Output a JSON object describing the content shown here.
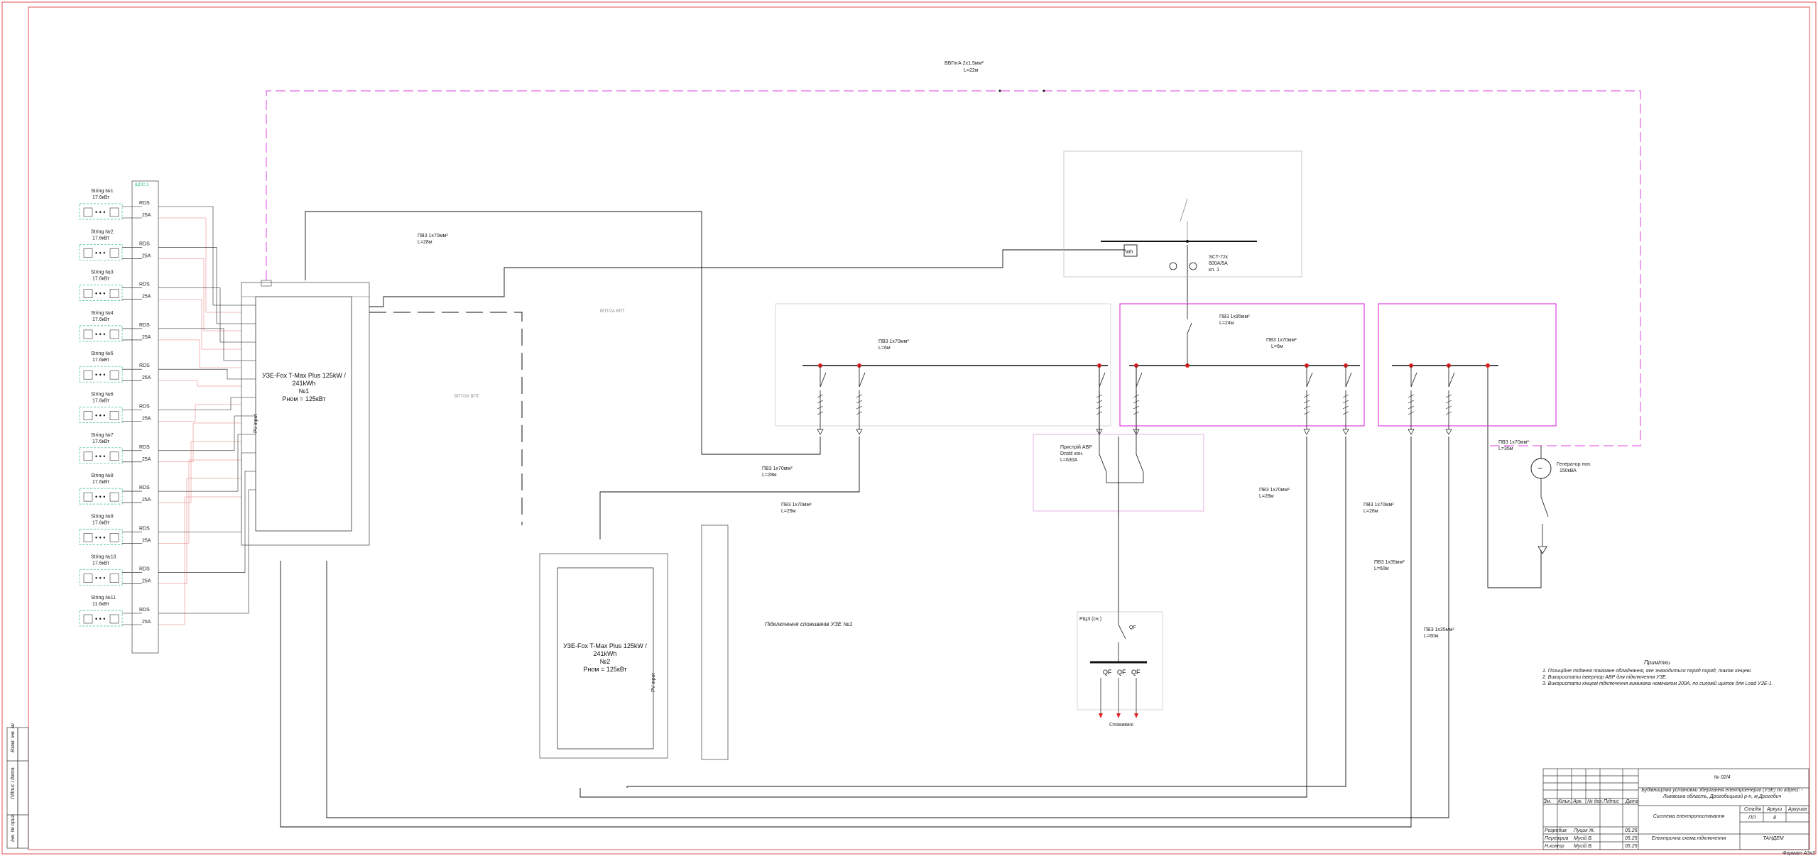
{
  "strings": [
    {
      "name": "String №1",
      "kw": "17.6кВт"
    },
    {
      "name": "String №2",
      "kw": "17.6кВт"
    },
    {
      "name": "String №3",
      "kw": "17.6кВт"
    },
    {
      "name": "String №4",
      "kw": "17.6кВт"
    },
    {
      "name": "String №5",
      "kw": "17.6кВт"
    },
    {
      "name": "String №6",
      "kw": "17.6кВт"
    },
    {
      "name": "String №7",
      "kw": "17.6кВт"
    },
    {
      "name": "String №8",
      "kw": "17.6кВт"
    },
    {
      "name": "String №9",
      "kw": "17.6кВт"
    },
    {
      "name": "String №10",
      "kw": "17.6кВт"
    },
    {
      "name": "String №11",
      "kw": "11.6кВт"
    }
  ],
  "fuse_label": "25А",
  "rds_label": "RDS",
  "combiner_top": "ЩПС-1",
  "feed_cable_top": "ВВГнгА 2х1,5мм²",
  "feed_cable_len": "L=22м",
  "cable_1": {
    "type": "ПВ3 1х70мм²",
    "len": "L=28м"
  },
  "inverter1": {
    "name": "УЗЕ-Fox T-Max Plus 125kW /",
    "cap": "241kWh",
    "no": "№1",
    "p": "Рном = 125кВт",
    "side": "PV input"
  },
  "inverter2": {
    "name": "УЗЕ-Fox T-Max Plus 125kW /",
    "cap": "241kWh",
    "no": "№2",
    "p": "Рном = 125кВт",
    "side": "PV input"
  },
  "meter": {
    "sym": "Wh",
    "spec1": "SCT-72к",
    "spec2": "600А/5А",
    "spec3": "кл. 1"
  },
  "bus1_cable": {
    "type": "ПВ3 1х70мм²",
    "len": "L=6м"
  },
  "bus2_cable": {
    "type": "ПВ3 1х95мм²",
    "len": "L=24м"
  },
  "bus2_cable_b": {
    "type": "ПВ3 1х70мм²",
    "len": "L=6м"
  },
  "ats": {
    "l1": "Пристрій АВР",
    "l2": "Dnstil кон.",
    "l3": "L=630А"
  },
  "cable_a": {
    "type": "ПВ3 1х70мм²",
    "len": "L=28м"
  },
  "cable_b": {
    "type": "ПВ3 1х70мм²",
    "len": "L=29м"
  },
  "cable_c": {
    "type": "ПВ3 1х70мм²",
    "len": "L=28м"
  },
  "cable_d": {
    "type": "ПВ3 1х70мм²",
    "len": "L=28м"
  },
  "cable_e": {
    "type": "ПВ3 1х35мм²",
    "len": "L=60м"
  },
  "cable_f": {
    "type": "ПВ3 1х35мм²",
    "len": "L=60м"
  },
  "cable_g": {
    "type": "ПВ3 1х70мм²",
    "len": "L=35м"
  },
  "generator": {
    "sym": "~",
    "l1": "Генератор пон.",
    "l2": "150кВА"
  },
  "panel": {
    "title": "РЩ3 (сн.)",
    "qf": "QF",
    "qf_sym": "QF",
    "consumers": "Споживачі"
  },
  "load_caption": "Підключення споживачів УЗЕ №1",
  "notes": {
    "title": "Примітки",
    "items": [
      "1.   Позиційне подання показане обладнання, яке знаходиться поряд поряд, також кінцеві.",
      "2.   Використати інвертор АВР для підключення УЗЕ.",
      "3.   Використати кінцеві підключення вимикача номіналом 200А, по силовій щиток для Load УЗЕ-1."
    ]
  },
  "stamp": {
    "doc_no": "№ 02/4",
    "project_l1": "Будівництво установки зберігання електроенергії (УЗЕ) по адресі: -",
    "project_l2": "Львівська область, Дрогобицький р-н, м.Дрогобич",
    "section": "Система електропостачання",
    "stage_h": "Стадія",
    "sheet_h": "Аркуш",
    "sheets_h": "Аркушів",
    "stage": "ПП",
    "sheet": "8",
    "sheet_title": "Електрична схема підключення",
    "company": "ТАНДЕМ",
    "col_heads": [
      "Зм.",
      "Кільк.",
      "Арк.",
      "№ док.",
      "Підпис",
      "Дата"
    ],
    "rows": [
      {
        "role": "Розробив",
        "name": "Луцик Ж.",
        "date": "05.25"
      },
      {
        "role": "Перевірив",
        "name": "Мусій В.",
        "date": "05.25"
      },
      {
        "role": "Н.контр",
        "name": "Мусій В.",
        "date": "05.25"
      }
    ],
    "format": "Формат А3х3"
  },
  "side_stamp": [
    "Інв. № ориг.",
    "Підпис і дата",
    "Взам. інв. №"
  ],
  "colors": {
    "frame": "#e05050",
    "magenta": "#e040e0",
    "green": "#2fbf80",
    "red": "#e02020",
    "line": "#111111",
    "gray": "#999999"
  }
}
